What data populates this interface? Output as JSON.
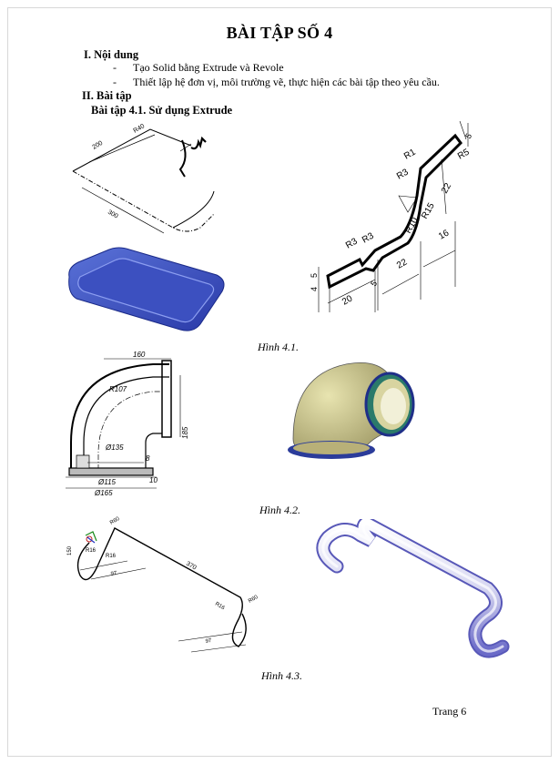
{
  "title": "BÀI TẬP SỐ 4",
  "section1": {
    "heading": "I.   Nội dung",
    "bullets": [
      "Tạo Solid bằng Extrude và Revole",
      "Thiết lập hệ đơn vị, môi trường vẽ, thực hiện các bài tập theo yêu cầu."
    ]
  },
  "section2": {
    "heading": "II. Bài tập",
    "exercise_title": "Bài tập 4.1. Sử dụng Extrude"
  },
  "figure1": {
    "caption": "Hình 4.1.",
    "tray_dims": [
      "200",
      "R40",
      "300"
    ],
    "profile_dims": [
      "R1",
      "R3",
      "R5",
      "5",
      "22",
      "R10",
      "R15",
      "16",
      "R3",
      "R3",
      "22",
      "5",
      "20",
      "4",
      "5"
    ]
  },
  "figure2": {
    "caption": "Hình 4.2.",
    "dims": [
      "160",
      "R107",
      "Ø135",
      "185",
      "8",
      "Ø115",
      "10",
      "Ø165"
    ]
  },
  "figure3": {
    "caption": "Hình 4.3.",
    "dims": [
      "R60",
      "R16",
      "R16",
      "370",
      "R16",
      "R60",
      "97",
      "97",
      "150"
    ]
  },
  "page_number": "Trang 6"
}
